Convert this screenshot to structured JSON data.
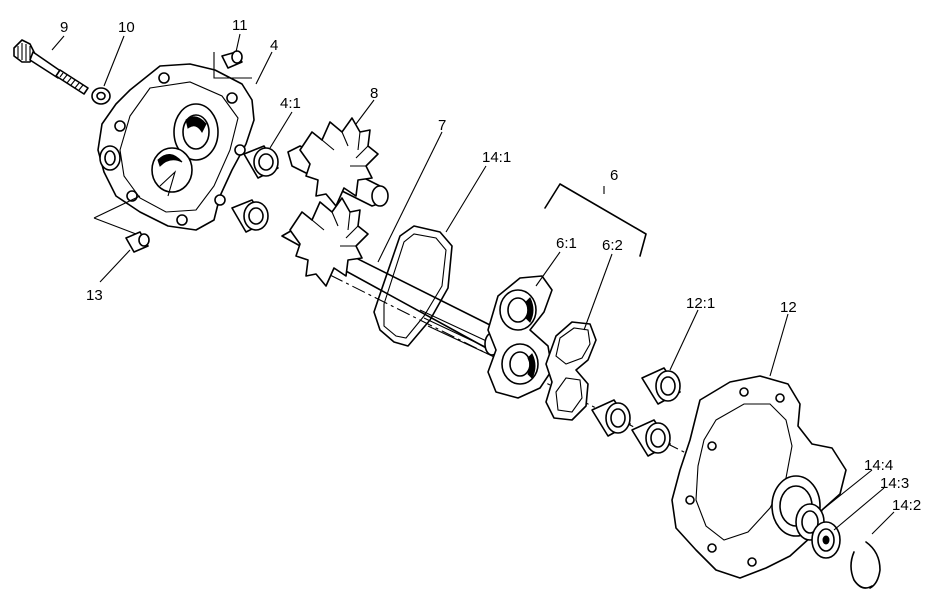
{
  "labels": {
    "l9": "9",
    "l10": "10",
    "l11": "11",
    "l4": "4",
    "l4_1": "4:1",
    "l8": "8",
    "l7": "7",
    "l14_1": "14:1",
    "l6": "6",
    "l6_1": "6:1",
    "l6_2": "6:2",
    "l13": "13",
    "l12_1": "12:1",
    "l12": "12",
    "l14_4": "14:4",
    "l14_3": "14:3",
    "l14_2": "14:2"
  }
}
